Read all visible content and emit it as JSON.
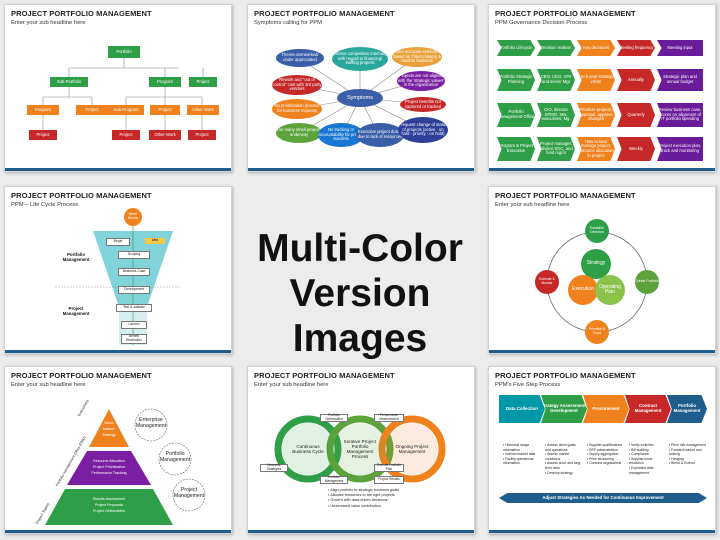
{
  "center_text": {
    "line1": "Multi-Color",
    "line2": "Version Images"
  },
  "colors": {
    "title_bar": "#1e5d8c",
    "green": "#2e9f47",
    "orange": "#f0821e",
    "red": "#c62828",
    "purple": "#7b1fa2",
    "teal": "#0097a7"
  },
  "slide1": {
    "title": "PROJECT PORTFOLIO MANAGEMENT",
    "subtitle": "Enter your sub headline here",
    "portfolio": "Portfolio",
    "l2": [
      "Sub-Portfolio",
      "Program",
      "Project"
    ],
    "l3": [
      "Program",
      "Project",
      "Sub-Program",
      "Project",
      "Other Work"
    ],
    "l4": [
      "Project",
      "Project",
      "Other Work",
      "Project"
    ]
  },
  "slide2": {
    "title": "PROJECT PORTFOLIO MANAGEMENT",
    "subtitle": "Symptoms calling for PPM",
    "center": "Symptoms",
    "bubbles": [
      "Theres overworked/ under appreciated",
      "Intense competition internally with regard to financing/ staffing projects",
      "Team accurate estimates based on Time's history & random business",
      "Rework and \"out of control\" cost with 3rd party vendors",
      "Projects are not aligned with the 'strategic values' in the organization",
      "No prioritization process for business requests",
      "Project benefits not captured or tracked",
      "Too many small projects underway",
      "No tracking or accountability for project success",
      "Executive project duties due to lack of resources",
      "Frequent change of status of projects (active - on hold - priority - on hold)"
    ]
  },
  "slide3": {
    "title": "PROJECT PORTFOLIO MANAGEMENT",
    "subtitle": "PPM Governance Decision Process",
    "rows": [
      [
        "Portfolio Lifecycle",
        "Decision makers",
        "Key decisions",
        "Meeting frequency",
        "Meeting input"
      ],
      [
        "Portfolio Strategic Planning",
        "CEO, CEO, VPs and senior Mgr",
        "3 to 5 year strategic vision",
        "Annually",
        "Strategic plan and annual budget"
      ],
      [
        "Portfolio Management Office",
        "CIO, director EPMO, SBL executives, Mg.",
        "Prioritize projects, approval, approve changes",
        "Quarterly",
        "Review business case, scores on alignment of IT portfolio spending"
      ],
      [
        "Program & Project Execution",
        "Project manager, Advisor SOC, and fund mgmt",
        "How to best manage project, resource allocation in project",
        "Weekly",
        "Project execution plan, track and monitoring"
      ]
    ]
  },
  "slide4": {
    "title": "PROJECT PORTFOLIO MANAGEMENT",
    "subtitle": "PPM – Life Cycle Process",
    "top": "Meet Needs",
    "stages": [
      "Begin",
      "Idea",
      "Scoping",
      "Business Case",
      "Development",
      "Test & validate",
      "Launch",
      "Benefit Realization"
    ],
    "left_labels": [
      "Portfolio Management",
      "Project Management"
    ]
  },
  "slide5": {
    "title": "PROJECT PORTFOLIO MANAGEMENT",
    "subtitle": "Enter your sub headline here",
    "inner": [
      "Strategy",
      "Execution",
      "Operating Plan"
    ],
    "outer": [
      "Establish Direction",
      "Execute & Monitor",
      "Create Portfolio",
      "Prioritize & Fund"
    ]
  },
  "slide6": {
    "title": "PROJECT PORTFOLIO MANAGEMENT",
    "subtitle": "Enter your sub headline here",
    "side": [
      "Executives",
      "Portfolio management Office (PMO)",
      "Project Teams"
    ],
    "top_items": [
      "Vision",
      "Mission",
      "Strategy"
    ],
    "mid_items": [
      "Resource Allocation",
      "Project Prioritization",
      "Performance Tracking"
    ],
    "bot_items": [
      "Results Assessment",
      "Project Proposals",
      "Project Deliverables"
    ],
    "labels": [
      "Enterprise Management",
      "Portfolio Management",
      "Project Management"
    ]
  },
  "slide7": {
    "title": "PROJECT PORTFOLIO MANAGEMENT",
    "subtitle": "Enter your sub headline here",
    "circles": [
      "Continuous Business Cycle",
      "Iterative Project Portfolio Management Process",
      "Ongoing Project Management"
    ],
    "tags": [
      "Portfolio Optimization",
      "Performance Measurement",
      "Business Strategies",
      "Portfolio Management",
      "Execute Portfolio Plan",
      "Project Results"
    ],
    "bullets": [
      "Align portfolio to strategic business goals",
      "Allocate resources to the right projects",
      "Govern with data-driven decisions",
      "Understand value contribution"
    ]
  },
  "slide8": {
    "title": "PROJECT PORTFOLIO MANAGEMENT",
    "subtitle": "PPM's Five Step Process",
    "steps": [
      "Data Collection",
      "Strategy Assessment/ Development",
      "Procurement",
      "Contract Management",
      "Portfolio Management"
    ],
    "columns": [
      [
        "Historical usage information",
        "Internal market data",
        "Facility operational information"
      ],
      [
        "Assess client goals and operations",
        "Assess market conditions",
        "Assess short and long term risks",
        "Develop strategy"
      ],
      [
        "Supplier qualifications",
        "RFP administration",
        "Supply aggregation",
        "Price structuring",
        "Contract negotiations"
      ],
      [
        "Verify switches",
        "Bill auditing",
        "Compliance",
        "Supplier issue resolution",
        "Expiration date management"
      ],
      [
        "Price risk management",
        "Forward market and looking",
        "Hedging",
        "Blend & Extend"
      ]
    ],
    "footer": "Adjust Strategies As Needed for Continuous Improvement"
  }
}
